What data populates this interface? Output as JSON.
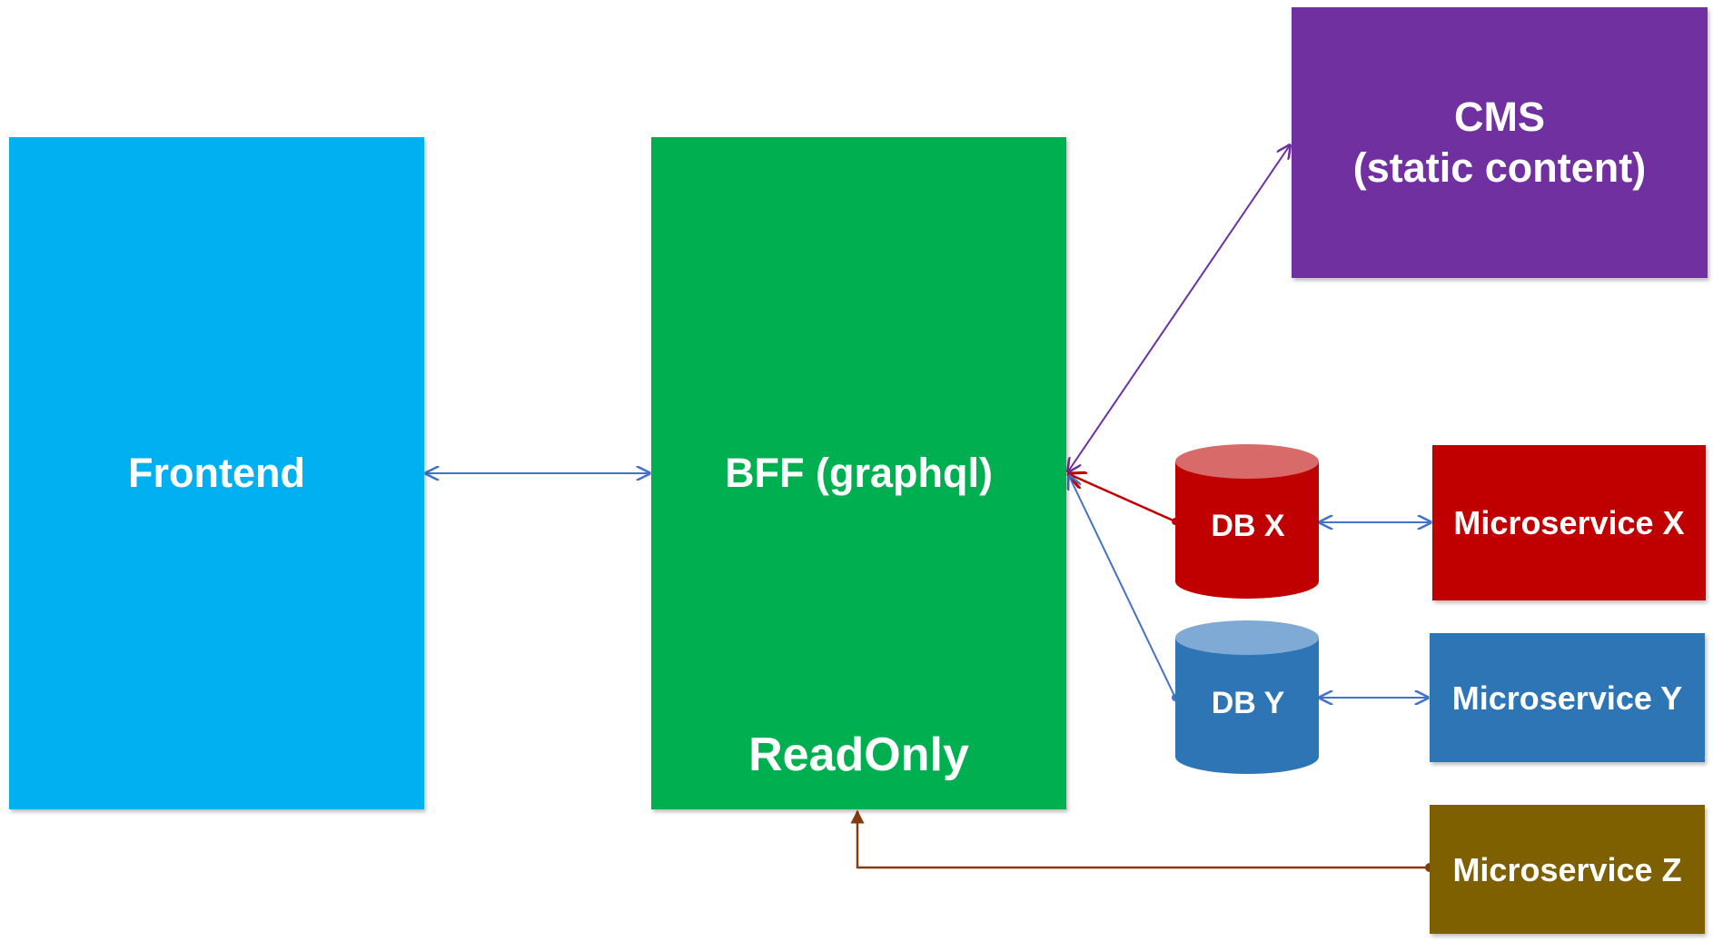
{
  "colors": {
    "frontend": "#00B0F0",
    "bff": "#00B050",
    "cms": "#7030A0",
    "microservice_x": "#C00000",
    "db_x_top": "#D86A6A",
    "microservice_y": "#2E75B6",
    "db_y_top": "#7FAAD5",
    "microservice_z": "#7F6000",
    "arrow_blue": "#4472C4",
    "arrow_purple": "#7030A0",
    "arrow_red": "#C00000",
    "arrow_brown": "#843C0C"
  },
  "nodes": {
    "frontend": "Frontend",
    "bff": "BFF (graphql)",
    "bff_sub": "ReadOnly",
    "cms": "CMS\n(static content)",
    "db_x": "DB X",
    "db_y": "DB Y",
    "microservice_x": "Microservice X",
    "microservice_y": "Microservice Y",
    "microservice_z": "Microservice Z"
  }
}
